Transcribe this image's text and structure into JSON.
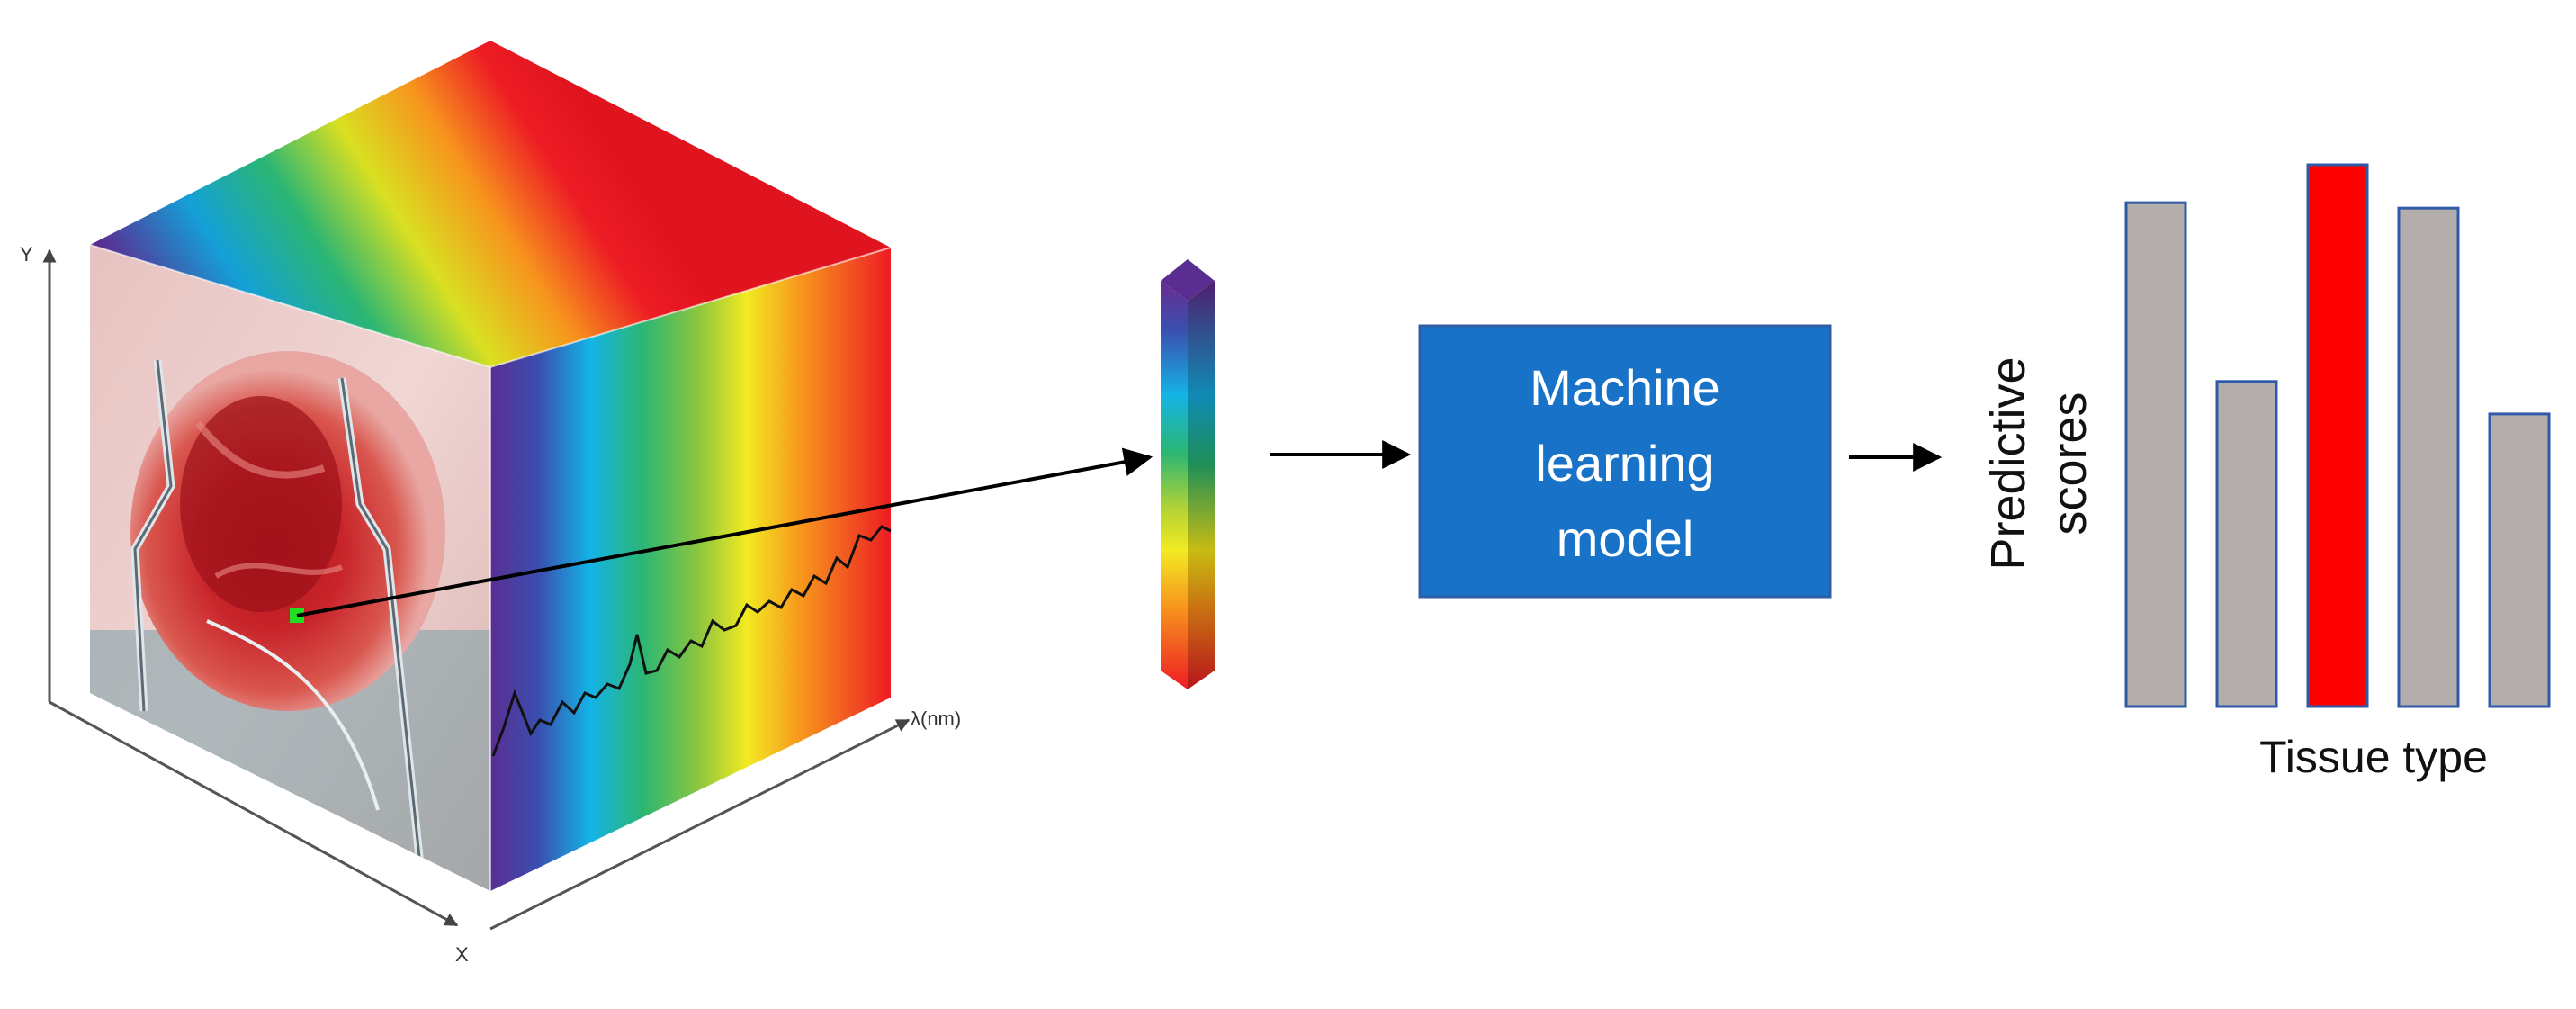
{
  "cube": {
    "axis_y_label": "Y",
    "axis_x_label": "X",
    "axis_lambda_label": "λ(nm)"
  },
  "model_box": {
    "line1": "Machine",
    "line2": "learning",
    "line3": "model",
    "color": "#1872c8"
  },
  "scores_label": {
    "line1": "Predictive",
    "line2": "scores"
  },
  "chart_data": {
    "type": "bar",
    "categories": [
      "",
      "",
      "",
      "",
      ""
    ],
    "values": [
      0.93,
      0.6,
      1.0,
      0.92,
      0.54
    ],
    "highlight_index": 2,
    "bar_color": "#b3aeab",
    "highlight_color": "#ff0000",
    "outline_color": "#2f5aa8",
    "xlabel": "Tissue type",
    "ylabel": "",
    "ylim": [
      0,
      1
    ]
  }
}
